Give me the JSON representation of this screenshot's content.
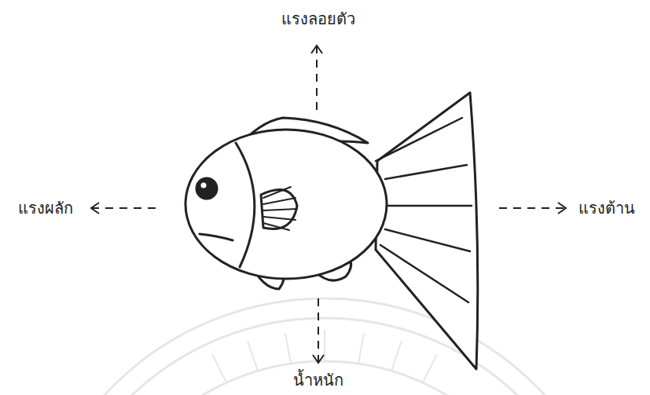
{
  "diagram": {
    "labels": [
      "แรงลอยตัว",
      "แรงผลัก",
      "แรงต้าน",
      "น้ำหนัก"
    ]
  }
}
